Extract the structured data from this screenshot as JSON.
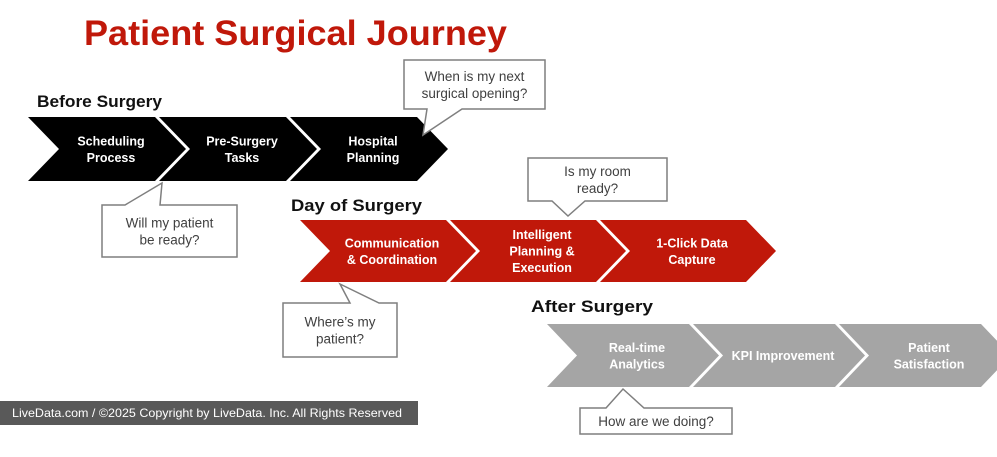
{
  "title": "Patient Surgical Journey",
  "colors": {
    "title": "#C0180A",
    "before_surgery": "#000000",
    "day_of_surgery": "#C0180A",
    "after_surgery": "#A5A5A5",
    "callout_border": "#7f7f7f",
    "footer_bg": "#595959"
  },
  "phases": [
    {
      "name": "Before Surgery",
      "steps": [
        {
          "lines": [
            "Scheduling",
            "Process"
          ]
        },
        {
          "lines": [
            "Pre-Surgery",
            "Tasks"
          ]
        },
        {
          "lines": [
            "Hospital",
            "Planning"
          ]
        }
      ]
    },
    {
      "name": "Day of Surgery",
      "steps": [
        {
          "lines": [
            "Communication",
            "& Coordination"
          ]
        },
        {
          "lines": [
            "Intelligent",
            "Planning &",
            "Execution"
          ]
        },
        {
          "lines": [
            "1-Click Data",
            "Capture"
          ]
        }
      ]
    },
    {
      "name": "After Surgery",
      "steps": [
        {
          "lines": [
            "Real-time",
            "Analytics"
          ]
        },
        {
          "lines": [
            "KPI Improvement"
          ]
        },
        {
          "lines": [
            "Patient",
            "Satisfaction"
          ]
        }
      ]
    }
  ],
  "callouts": [
    {
      "lines": [
        "When is my next",
        "surgical opening?"
      ]
    },
    {
      "lines": [
        "Will my patient",
        "be ready?"
      ]
    },
    {
      "lines": [
        "Is my room",
        "ready?"
      ]
    },
    {
      "lines": [
        "Where’s my",
        "patient?"
      ]
    },
    {
      "lines": [
        "How are we doing?"
      ]
    }
  ],
  "footer": "LiveData.com / ©2025 Copyright by LiveData. Inc. All Rights Reserved"
}
